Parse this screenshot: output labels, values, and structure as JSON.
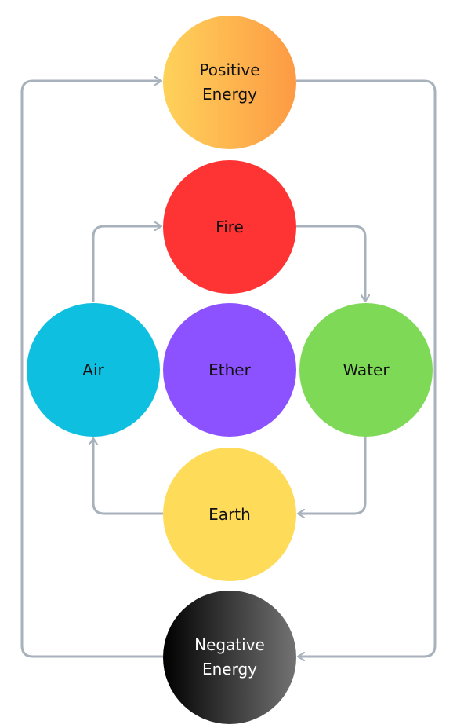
{
  "diagram": {
    "nodes": [
      {
        "id": "positive",
        "label": "Positive\nEnergy",
        "fill": "linear-gradient(90deg, #fed25a 0%, #fd9a44 100%)",
        "text_color": "#111111"
      },
      {
        "id": "fire",
        "label": "Fire",
        "fill": "#fe3333",
        "text_color": "#111111"
      },
      {
        "id": "air",
        "label": "Air",
        "fill": "#0fbfe0",
        "text_color": "#111111"
      },
      {
        "id": "ether",
        "label": "Ether",
        "fill": "#8c52ff",
        "text_color": "#111111"
      },
      {
        "id": "water",
        "label": "Water",
        "fill": "#7ed957",
        "text_color": "#111111"
      },
      {
        "id": "earth",
        "label": "Earth",
        "fill": "#ffdb5a",
        "text_color": "#111111"
      },
      {
        "id": "negative",
        "label": "Negative\nEnergy",
        "fill": "linear-gradient(90deg, #000000 0%, #737373 100%)",
        "text_color": "#ffffff"
      }
    ],
    "edges": [
      {
        "from": "air",
        "to": "fire"
      },
      {
        "from": "fire",
        "to": "water"
      },
      {
        "from": "water",
        "to": "earth"
      },
      {
        "from": "earth",
        "to": "air"
      },
      {
        "from": "negative",
        "to": "positive"
      },
      {
        "from": "positive",
        "to": "negative"
      }
    ],
    "connector_color": "#a8b2bc"
  }
}
